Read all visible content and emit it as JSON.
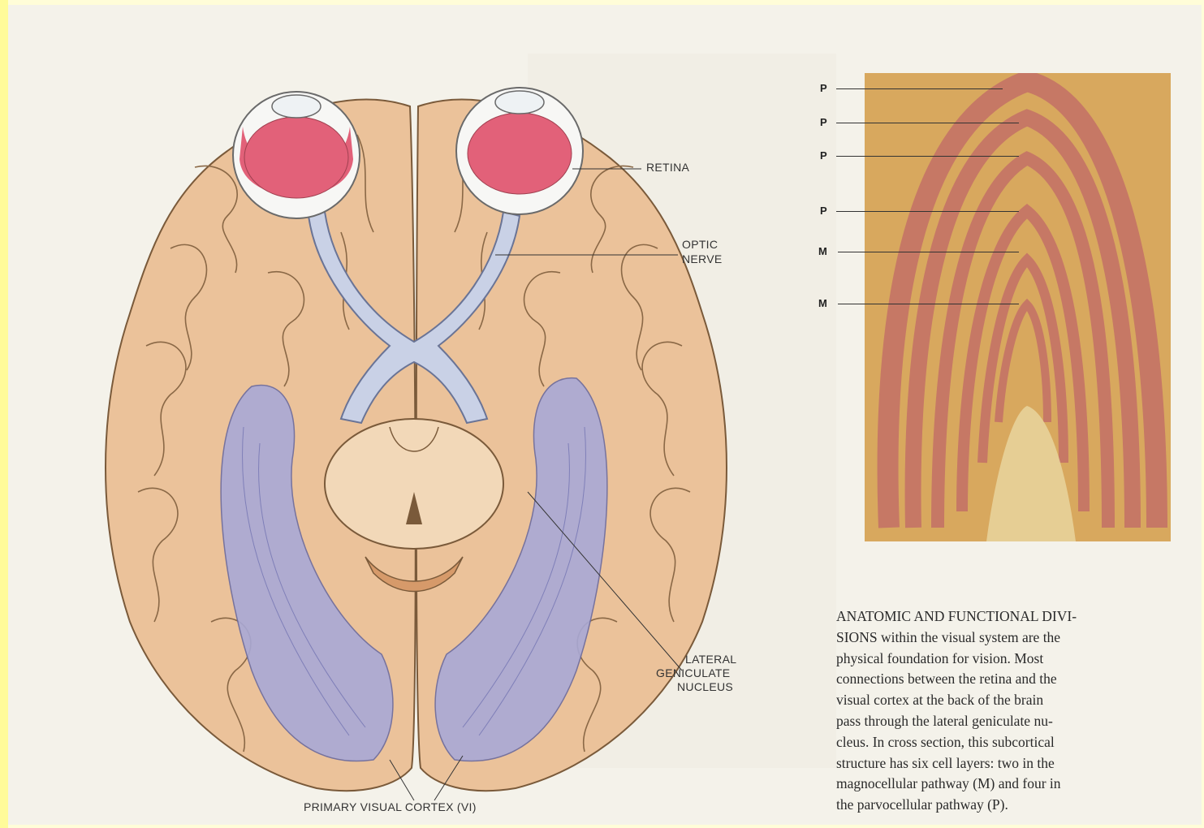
{
  "labels": {
    "retina": "RETINA",
    "optic_nerve_1": "OPTIC",
    "optic_nerve_2": "NERVE",
    "lgn_1": "LATERAL",
    "lgn_2": "GENICULATE",
    "lgn_3": "NUCLEUS",
    "primary_visual_cortex": "PRIMARY VISUAL CORTEX (VI)"
  },
  "layers": [
    "P",
    "P",
    "P",
    "P",
    "M",
    "M"
  ],
  "caption": {
    "lines": [
      "ANATOMIC AND FUNCTIONAL DIVI-",
      "SIONS within the visual system are the",
      "physical foundation for vision. Most",
      "connections between the retina and the",
      "visual cortex at the back of the brain",
      "pass through the lateral geniculate nu-",
      "cleus. In cross section, this subcortical",
      "structure has six cell layers: two in the",
      "magnocellular pathway (M) and four in",
      "the parvocellular pathway (P)."
    ]
  },
  "colors": {
    "brain": "#ecc49c",
    "brain_outline": "#8a6a4a",
    "eye": "#e0607a",
    "nerve": "#c8d0e4",
    "visual_pathway": "#a6a6d4",
    "tissue_bg": "#d9a860",
    "tissue_layers": "#c46a6a"
  }
}
